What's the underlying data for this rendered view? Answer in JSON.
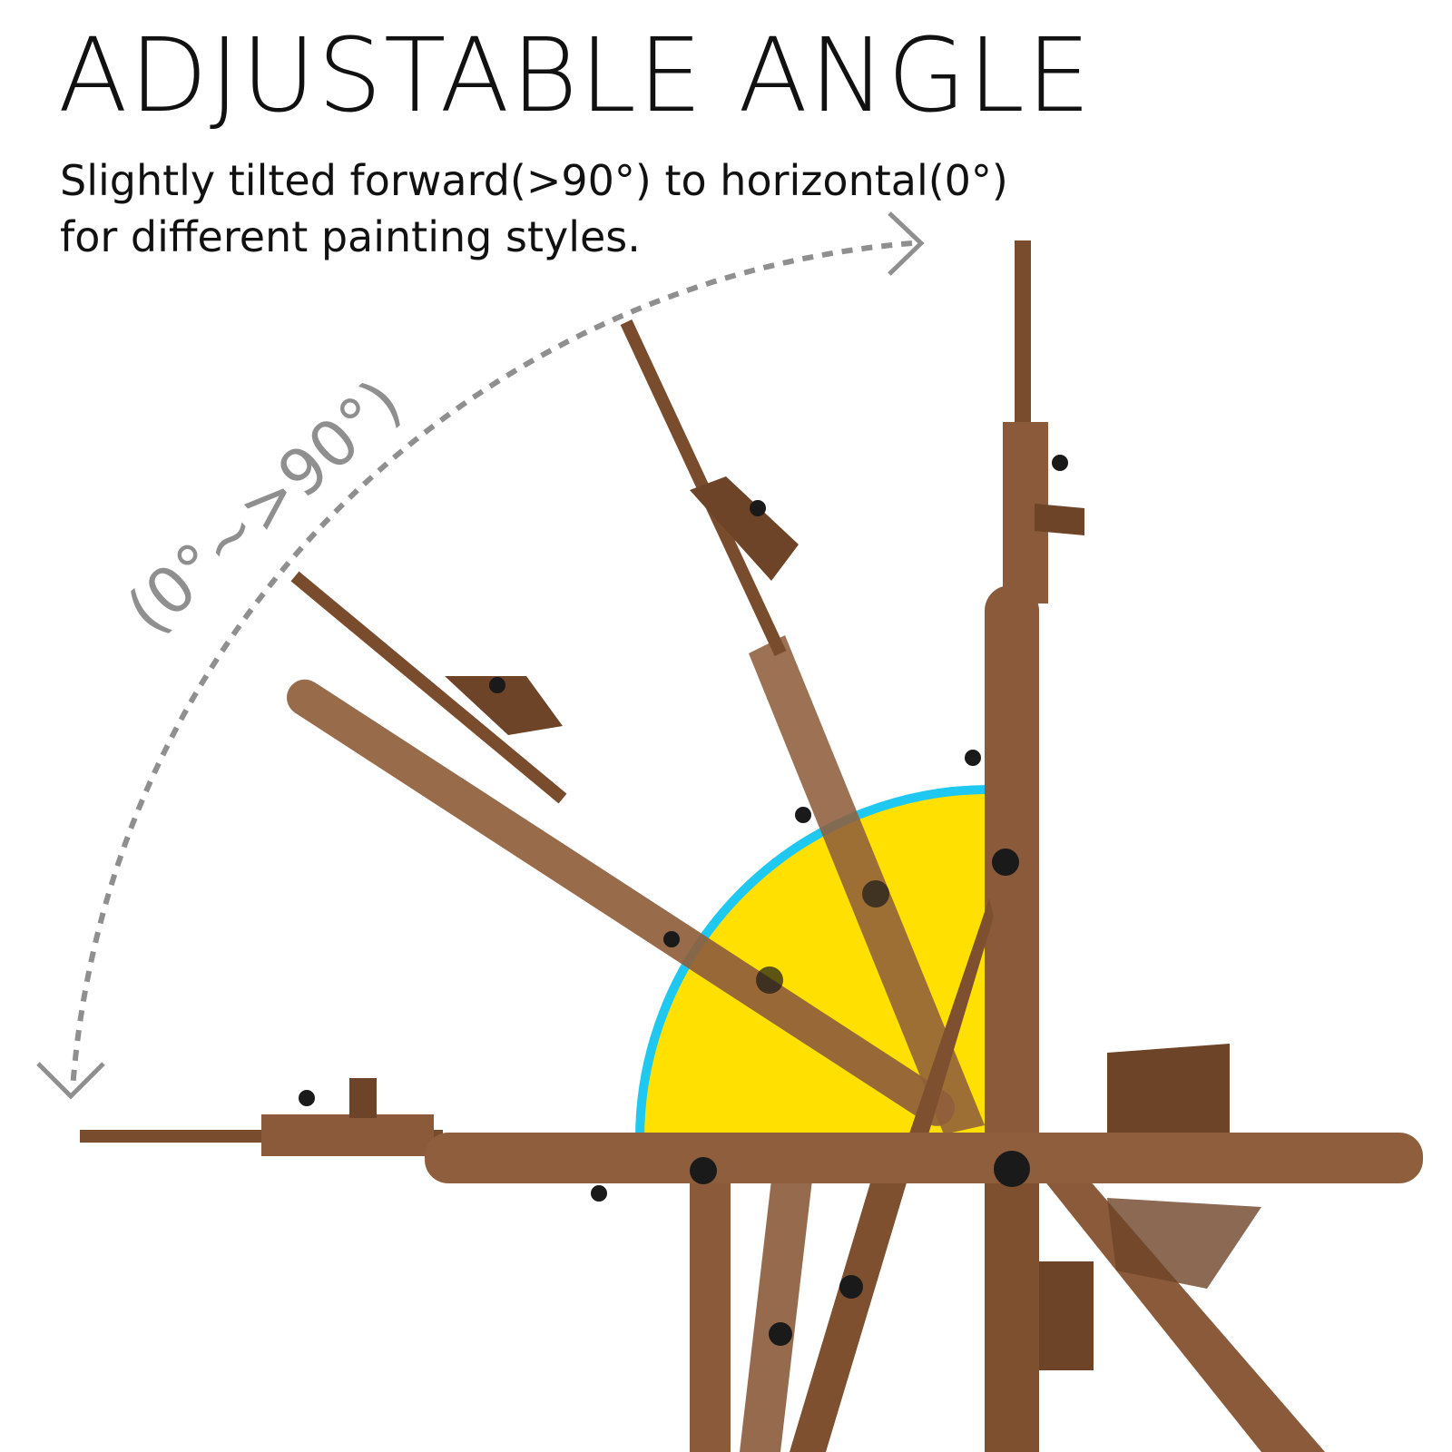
{
  "headline": "ADJUSTABLE ANGLE",
  "subtitle_line1": "Slightly tilted forward(>90°) to horizontal(0°)",
  "subtitle_line2": "for different painting styles.",
  "angle_label": "(0°~>90°)",
  "colors": {
    "wood": "#8a5a3a",
    "wood_dark": "#6e4428",
    "highlight": "#ffe000",
    "highlight_border": "#1ec8f0",
    "arc": "#8f8f8f",
    "knob": "#1a1a1a"
  },
  "icons": [
    "dotted-arc-arrow",
    "arrowhead-right",
    "arrowhead-down"
  ]
}
